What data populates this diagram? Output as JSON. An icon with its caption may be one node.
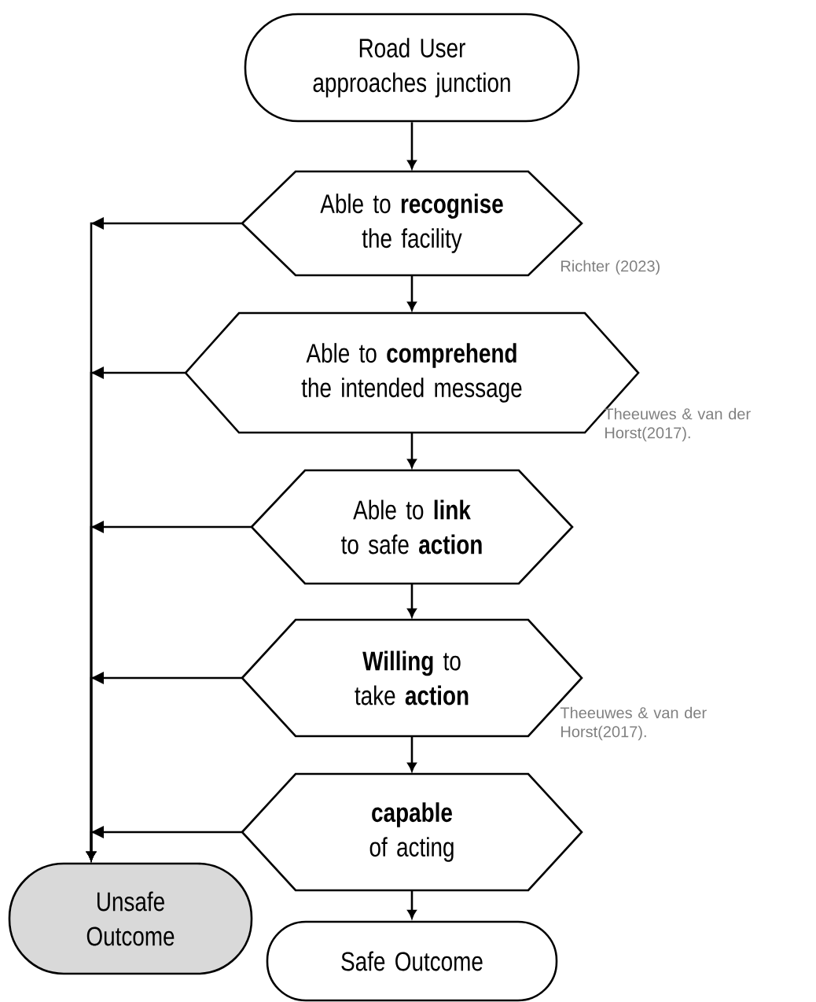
{
  "diagram": {
    "nodes": [
      {
        "text": [
          "Road User approaches junction"
        ]
      },
      {
        "text": [
          "Able to **recognise** the facility"
        ],
        "beside": [
          "Richter (2023)"
        ]
      },
      {
        "text": [
          "Able to **comprehend** the intended message"
        ],
        "beside": [
          "Theeuwes & van der Horst(2017)."
        ]
      },
      {
        "text": [
          "Able to **link** to safe **action**"
        ]
      },
      {
        "text": [
          "**Willing** to take **action**"
        ],
        "beside": [
          "Theeuwes & van der Horst(2017)."
        ]
      },
      {
        "text": [
          "**capable** of acting"
        ]
      },
      {
        "text": [
          "Unsafe Outcome"
        ]
      },
      {
        "text": [
          "Safe Outcome"
        ]
      }
    ],
    "edges": [
      {
        "from": 0,
        "to": 1,
        "arrow": "to"
      },
      {
        "from": 1,
        "to": 2,
        "arrow": "to"
      },
      {
        "from": 2,
        "to": 3,
        "arrow": "to"
      },
      {
        "from": 3,
        "to": 4,
        "arrow": "to"
      },
      {
        "from": 4,
        "to": 5,
        "arrow": "to"
      },
      {
        "from": 5,
        "to": 7,
        "arrow": "to"
      },
      {
        "from": 1,
        "to": 6,
        "arrow": "to"
      },
      {
        "from": 2,
        "to": 6,
        "arrow": "to"
      },
      {
        "from": 3,
        "to": 6,
        "arrow": "to"
      },
      {
        "from": 4,
        "to": 6,
        "arrow": "to"
      },
      {
        "from": 5,
        "to": 6,
        "arrow": "to"
      }
    ]
  }
}
